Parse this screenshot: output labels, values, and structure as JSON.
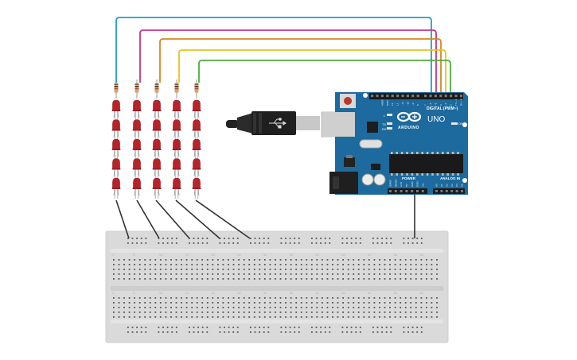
{
  "board": {
    "brand": "ARDUINO",
    "model": "UNO",
    "digital_label": "DIGITAL (PWM~)",
    "power_label": "POWER",
    "analog_label": "ANALOG IN",
    "on_label": "ON",
    "tx_label": "TX",
    "rx_label": "RX",
    "l_label": "L",
    "aref_label": "AREF",
    "gnd_label": "GND",
    "digital_pins": [
      "13",
      "12",
      "~11",
      "~10",
      "~9",
      "8",
      "7",
      "~6",
      "~5",
      "4",
      "~3",
      "2",
      "TX→1",
      "RX←0"
    ],
    "power_pins": [
      "IOREF",
      "RESET",
      "3.3V",
      "5V",
      "GND",
      "GND",
      "Vin"
    ],
    "analog_pins": [
      "A0",
      "A1",
      "A2",
      "A3",
      "A4",
      "A5"
    ]
  },
  "breadboard": {
    "column_numbers": [
      "1",
      "5",
      "10",
      "15",
      "20",
      "25",
      "30",
      "35",
      "40",
      "45",
      "50",
      "55",
      "60"
    ]
  },
  "colors": {
    "wires": [
      "#1d9fcd",
      "#c2358e",
      "#d9861f",
      "#e5c51d",
      "#4cae3b"
    ],
    "board": "#1c6a9e",
    "led": "#b8232a",
    "breadboard": "#dcdcdc",
    "ground_wire": "#333333"
  }
}
